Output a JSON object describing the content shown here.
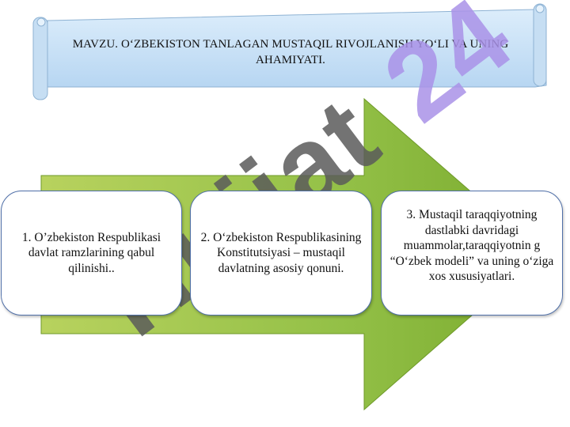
{
  "slide": {
    "title": "MAVZU. O‘ZBEKISTON TANLAGAN MUSTAQIL RIVOJLANISH YO‘LI VA UNING AHAMIYATI.",
    "boxes": [
      {
        "text": "1. O’zbekiston Respublikasi davlat ramzlarining qabul qilinishi.."
      },
      {
        "text": "2. O‘zbekiston Respublikasining Konstitutsiyasi – mustaqil davlatning asosiy  qonuni."
      },
      {
        "text": "3. Mustaqil taraqqiyotning dastlabki davridagi muammolar,taraqqiyotnin g “O‘zbek modeli” va uning o‘ziga xos xususiyatlari."
      }
    ],
    "watermark": "Hujjat 24"
  },
  "colors": {
    "arrow_green": "#8dbb3f",
    "arrow_green_dark": "#5f8f1f",
    "scroll_blue": "#c6e0f7",
    "box_border": "#4f6fa8",
    "watermark_gray": "#5a5a5a",
    "watermark_purple": "#a992e8"
  }
}
